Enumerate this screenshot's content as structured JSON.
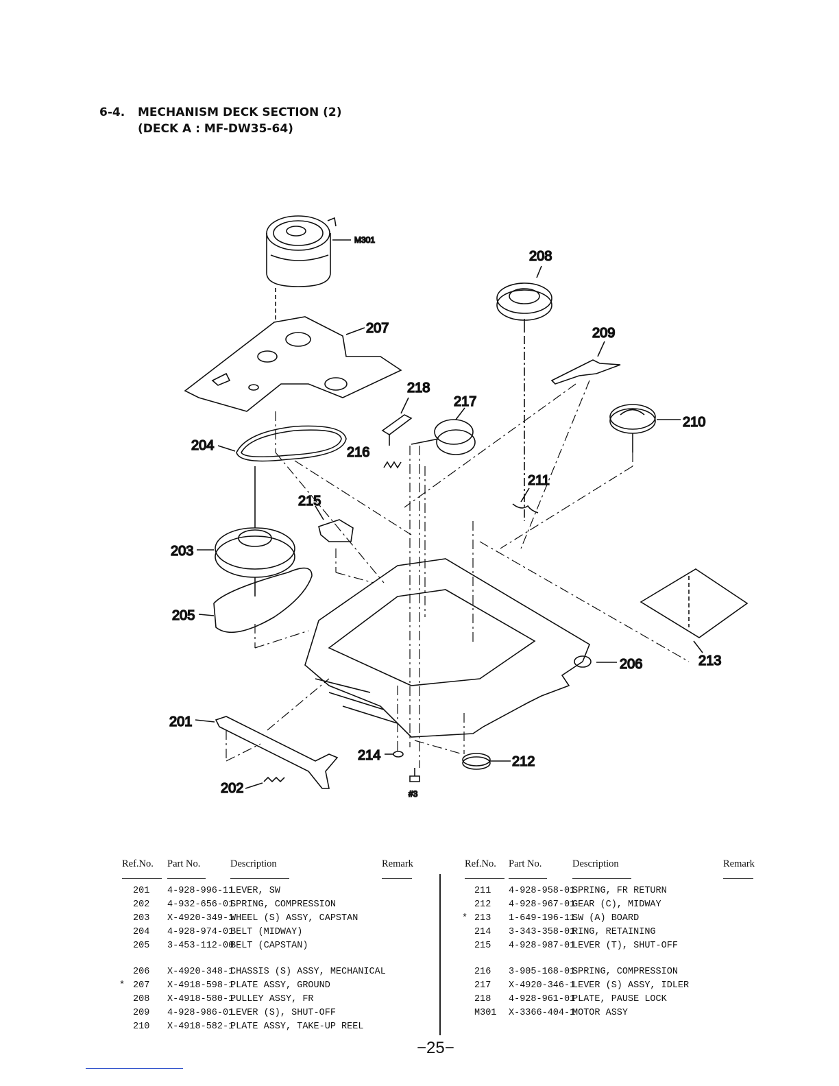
{
  "title": {
    "number": "6-4.",
    "line1": "MECHANISM DECK SECTION (2)",
    "line2": "(DECK A : MF-DW35-64)"
  },
  "callouts": [
    "M301",
    "208",
    "207",
    "209",
    "218",
    "217",
    "210",
    "204",
    "216",
    "211",
    "215",
    "203",
    "205",
    "206",
    "213",
    "201",
    "214",
    "212",
    "202",
    "#3"
  ],
  "table": {
    "headers": {
      "ref": "Ref.No.",
      "part": "Part No.",
      "desc": "Description",
      "remark": "Remark"
    },
    "left": [
      {
        "mark": "",
        "ref": "201",
        "part": "4-928-996-11",
        "desc": "LEVER, SW"
      },
      {
        "mark": "",
        "ref": "202",
        "part": "4-932-656-01",
        "desc": "SPRING, COMPRESSION"
      },
      {
        "mark": "",
        "ref": "203",
        "part": "X-4920-349-1",
        "desc": "WHEEL (S) ASSY, CAPSTAN"
      },
      {
        "mark": "",
        "ref": "204",
        "part": "4-928-974-01",
        "desc": "BELT (MIDWAY)"
      },
      {
        "mark": "",
        "ref": "205",
        "part": "3-453-112-00",
        "desc": "BELT (CAPSTAN)"
      },
      {
        "mark": "",
        "ref": "206",
        "part": "X-4920-348-1",
        "desc": "CHASSIS (S) ASSY, MECHANICAL"
      },
      {
        "mark": "*",
        "ref": "207",
        "part": "X-4918-598-1",
        "desc": "PLATE ASSY, GROUND"
      },
      {
        "mark": "",
        "ref": "208",
        "part": "X-4918-580-1",
        "desc": "PULLEY ASSY, FR"
      },
      {
        "mark": "",
        "ref": "209",
        "part": "4-928-986-01",
        "desc": "LEVER (S), SHUT-OFF"
      },
      {
        "mark": "",
        "ref": "210",
        "part": "X-4918-582-1",
        "desc": "PLATE ASSY, TAKE-UP REEL"
      }
    ],
    "right": [
      {
        "mark": "",
        "ref": "211",
        "part": "4-928-958-01",
        "desc": "SPRING, FR RETURN"
      },
      {
        "mark": "",
        "ref": "212",
        "part": "4-928-967-01",
        "desc": "GEAR (C), MIDWAY"
      },
      {
        "mark": "*",
        "ref": "213",
        "part": "1-649-196-11",
        "desc": "SW (A) BOARD"
      },
      {
        "mark": "",
        "ref": "214",
        "part": "3-343-358-01",
        "desc": "RING, RETAINING"
      },
      {
        "mark": "",
        "ref": "215",
        "part": "4-928-987-01",
        "desc": "LEVER (T), SHUT-OFF"
      },
      {
        "mark": "",
        "ref": "216",
        "part": "3-905-168-01",
        "desc": "SPRING, COMPRESSION"
      },
      {
        "mark": "",
        "ref": "217",
        "part": "X-4920-346-1",
        "desc": "LEVER (S) ASSY, IDLER"
      },
      {
        "mark": "",
        "ref": "218",
        "part": "4-928-961-01",
        "desc": "PLATE, PAUSE LOCK"
      },
      {
        "mark": "",
        "ref": "M301",
        "part": "X-3366-404-1",
        "desc": "MOTOR ASSY"
      }
    ]
  },
  "page_number": "−25−"
}
